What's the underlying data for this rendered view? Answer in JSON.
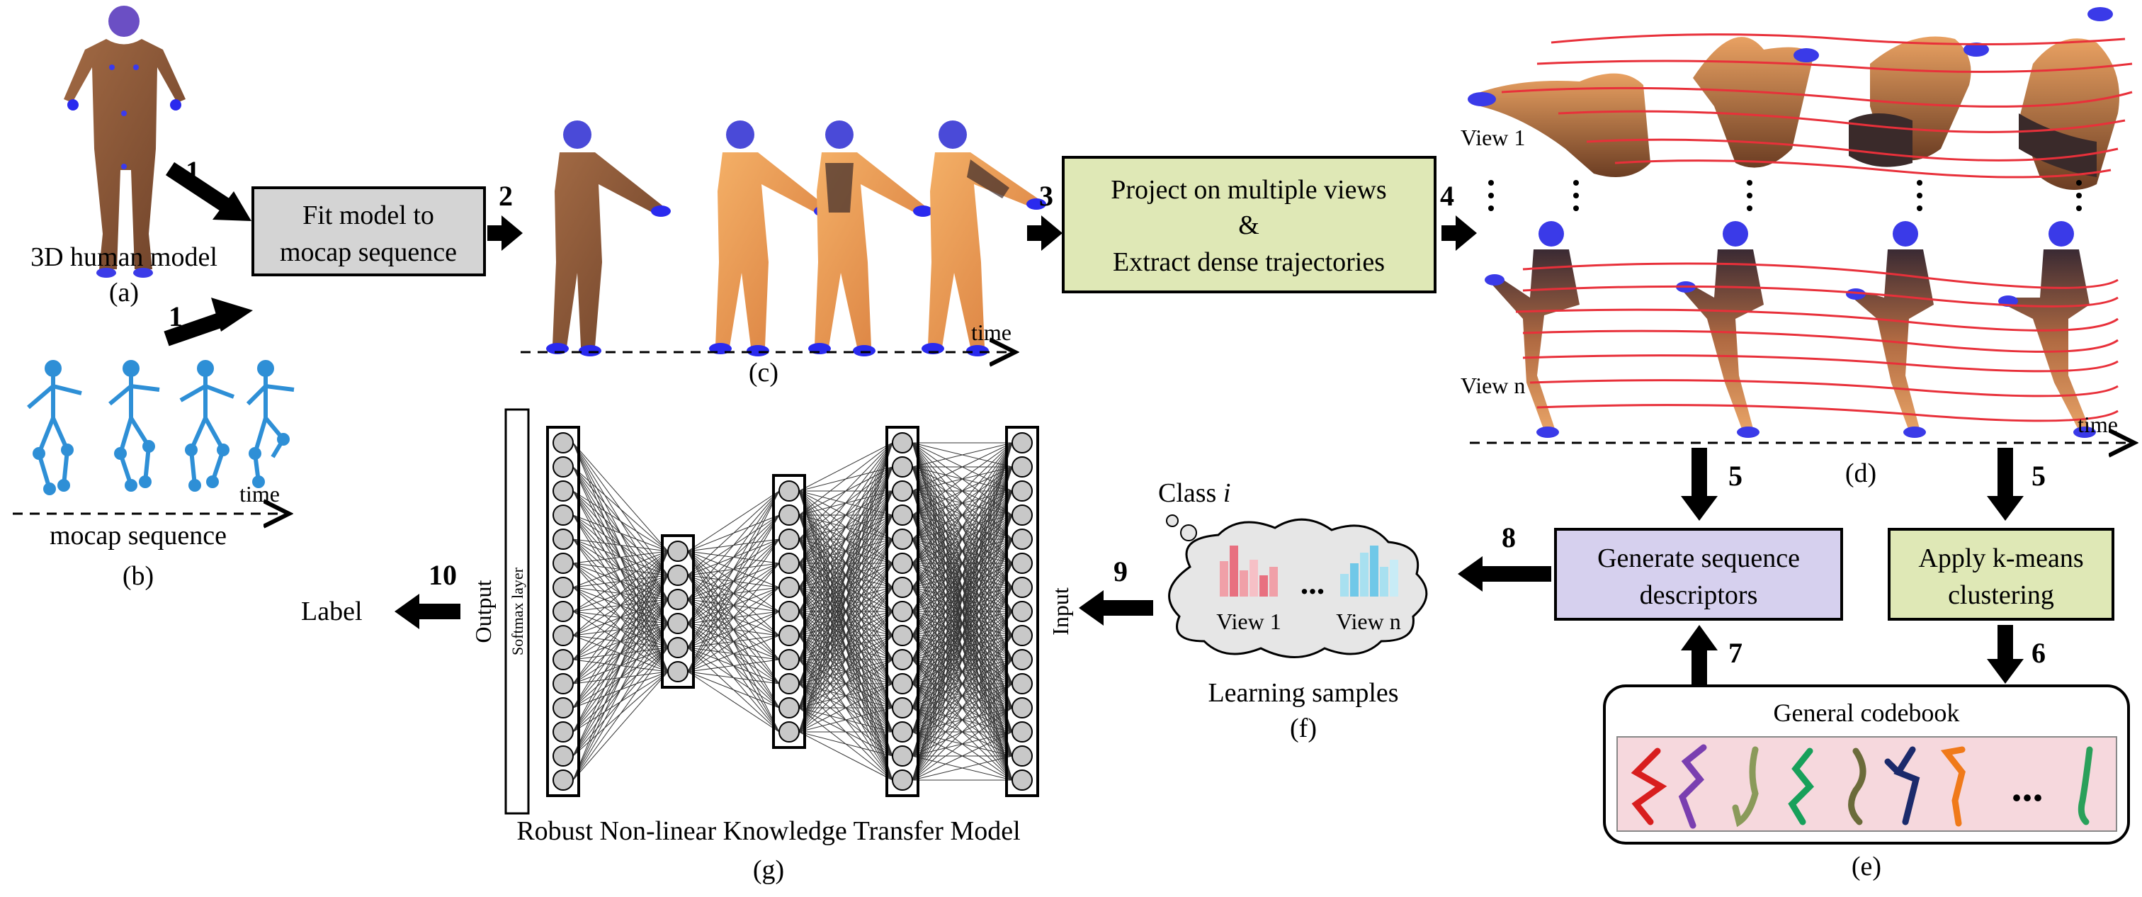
{
  "labels": {
    "human_model": "3D human model",
    "a": "(a)",
    "mocap_sequence": "mocap sequence",
    "b": "(b)",
    "time_b": "time",
    "fit_box": [
      "Fit model to",
      "mocap sequence"
    ],
    "time_c": "time",
    "c": "(c)",
    "project_box": [
      "Project on multiple views",
      "&",
      "Extract dense trajectories"
    ],
    "view1": "View 1",
    "viewn": "View n",
    "time_d": "time",
    "d": "(d)",
    "generate_box": [
      "Generate sequence",
      "descriptors"
    ],
    "kmeans_box": [
      "Apply k-means",
      "clustering"
    ],
    "codebook_title": "General codebook",
    "ellipsis": "...",
    "e": "(e)",
    "class_prefix": "Class ",
    "class_var": "i",
    "cloud_view1": "View 1",
    "cloud_viewn": "View n",
    "learning_samples": "Learning samples",
    "f": "(f)",
    "input": "Input",
    "output": "Output",
    "softmax": "Softmax layer",
    "model_name": "Robust Non-linear Knowledge Transfer Model",
    "g": "(g)",
    "label": "Label"
  },
  "steps": {
    "s1a": "1",
    "s1b": "1",
    "s2": "2",
    "s3": "3",
    "s4": "4",
    "s5a": "5",
    "s5b": "5",
    "s6": "6",
    "s7": "7",
    "s8": "8",
    "s9": "9",
    "s10": "10"
  },
  "network": {
    "layer_neurons": [
      15,
      6,
      11,
      15,
      15
    ]
  },
  "colors": {
    "box_gray": "#d4d4d4",
    "box_green": "#dfe8b6",
    "box_lavender": "#d6d0ee",
    "codebook_bg": "#f6d8dd",
    "trajectory_red": "#e8303a",
    "body_dark": "#8a5a3c",
    "body_orange": "#e0934a",
    "skeleton_blue": "#2e8fd6",
    "node_gray": "#c8c8c8",
    "cloud_gray": "#e6e6e6",
    "codebook_strokes": [
      "#d81e1e",
      "#7a3fb0",
      "#8a9a5a",
      "#17a05a",
      "#6b6b3a",
      "#1b2a6b",
      "#f07a1a",
      "#2aa05a"
    ]
  }
}
